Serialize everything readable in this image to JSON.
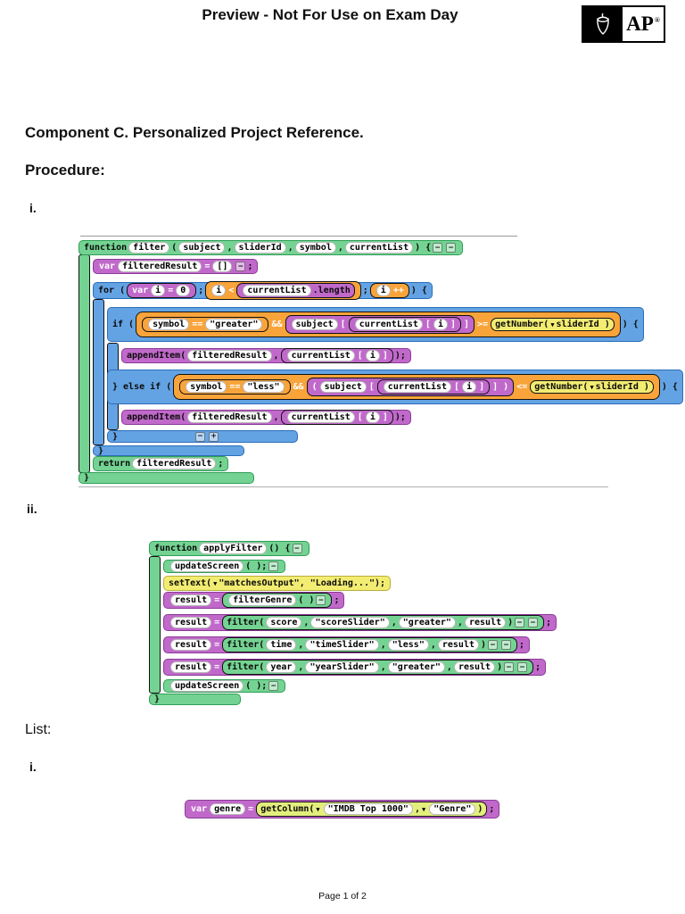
{
  "header": {
    "title": "Preview - Not For Use on Exam Day",
    "logo_text": "AP",
    "logo_reg": "®"
  },
  "headings": {
    "component": "Component C. Personalized Project Reference.",
    "procedure": "Procedure:",
    "item_i": "i.",
    "item_ii": "ii.",
    "list": "List:",
    "list_i": "i."
  },
  "footer": {
    "page": "Page 1 of 2"
  },
  "colors": {
    "block_green": "#74d392",
    "block_purple": "#c169cb",
    "block_blue": "#64a3e3",
    "block_orange": "#f9a43b",
    "block_yellow": "#f2ec72",
    "block_lime": "#e3ee7d"
  },
  "code": {
    "proc_i": [
      [
        [
          "x",
          "function ",
          "k"
        ],
        [
          "p",
          "filter"
        ],
        [
          "x",
          "(",
          "k"
        ],
        [
          "p",
          "subject"
        ],
        [
          "x",
          ", ",
          "k"
        ],
        [
          "p",
          "sliderId"
        ],
        [
          "x",
          ", ",
          "k"
        ],
        [
          "p",
          "symbol"
        ],
        [
          "x",
          ", ",
          "k"
        ],
        [
          "p",
          "currentList"
        ],
        [
          "x",
          ") {",
          "k"
        ],
        [
          "n",
          "−"
        ],
        [
          "n",
          "−"
        ]
      ],
      [
        [
          "x",
          "var ",
          "w"
        ],
        [
          "p",
          "filteredResult"
        ],
        [
          "x",
          "=",
          "w"
        ],
        [
          "p",
          "[]"
        ],
        [
          "n",
          "−"
        ],
        [
          "x",
          ";",
          "k"
        ]
      ],
      [
        [
          "x",
          "for ( ",
          "k"
        ],
        [
          "b",
          "purple",
          [
            [
              "x",
              "var ",
              "w"
            ],
            [
              "p",
              "i"
            ],
            [
              "x",
              "=",
              "w"
            ],
            [
              "p",
              "0"
            ]
          ]
        ],
        [
          "x",
          "; ",
          "k"
        ],
        [
          "b",
          "orange",
          [
            [
              "p",
              "i"
            ],
            [
              "x",
              "<",
              "w"
            ],
            [
              "b",
              "purple",
              [
                [
                  "p",
                  "currentList"
                ],
                [
                  "x",
                  ".length",
                  "k"
                ]
              ]
            ]
          ]
        ],
        [
          "x",
          "; ",
          "k"
        ],
        [
          "b",
          "orange",
          [
            [
              "p",
              "i"
            ],
            [
              "x",
              "++",
              "w"
            ]
          ]
        ],
        [
          "x",
          " ) {",
          "k"
        ]
      ],
      [
        [
          "x",
          "if ( ",
          "k"
        ],
        [
          "b",
          "orange",
          [
            [
              "b",
              "orange",
              [
                [
                  "p",
                  "symbol"
                ],
                [
                  "x",
                  "==",
                  "w"
                ],
                [
                  "p",
                  "\"greater\""
                ]
              ]
            ],
            [
              "x",
              "&&",
              "w"
            ],
            [
              "b",
              "purple",
              [
                [
                  "p",
                  "subject"
                ],
                [
                  "x",
                  "[",
                  "w"
                ],
                [
                  "b",
                  "purple",
                  [
                    [
                      "p",
                      "currentList"
                    ],
                    [
                      "x",
                      "[",
                      "w"
                    ],
                    [
                      "p",
                      "i"
                    ],
                    [
                      "x",
                      "]",
                      "w"
                    ]
                  ]
                ],
                [
                  "x",
                  "]",
                  "w"
                ]
              ]
            ],
            [
              "x",
              ">=",
              "w"
            ],
            [
              "b",
              "yellow",
              [
                [
                  "x",
                  "getNumber( ",
                  "k"
                ],
                [
                  "a"
                ],
                [
                  "x",
                  "sliderId )",
                  "k"
                ]
              ]
            ]
          ]
        ],
        [
          "x",
          " ) {",
          "k"
        ]
      ],
      [
        [
          "x",
          "appendItem(",
          "k"
        ],
        [
          "p",
          "filteredResult"
        ],
        [
          "x",
          ", ",
          "k"
        ],
        [
          "b",
          "purple",
          [
            [
              "p",
              "currentList"
            ],
            [
              "x",
              "[",
              "w"
            ],
            [
              "p",
              "i"
            ],
            [
              "x",
              "]",
              "w"
            ]
          ]
        ],
        [
          "x",
          " );",
          "k"
        ]
      ],
      [
        [
          "x",
          "} else if ( ",
          "k"
        ],
        [
          "b",
          "orange",
          [
            [
              "b",
              "orange",
              [
                [
                  "p",
                  "symbol"
                ],
                [
                  "x",
                  "==",
                  "w"
                ],
                [
                  "p",
                  "\"less\""
                ]
              ]
            ],
            [
              "x",
              "&&",
              "w"
            ],
            [
              "b",
              "purple",
              [
                [
                  "x",
                  "(",
                  "w"
                ],
                [
                  "p",
                  "subject"
                ],
                [
                  "x",
                  "[",
                  "w"
                ],
                [
                  "b",
                  "purple",
                  [
                    [
                      "p",
                      "currentList"
                    ],
                    [
                      "x",
                      "[",
                      "w"
                    ],
                    [
                      "p",
                      "i"
                    ],
                    [
                      "x",
                      "]",
                      "w"
                    ]
                  ]
                ],
                [
                  "x",
                  "] )",
                  "w"
                ]
              ]
            ],
            [
              "x",
              "<=",
              "w"
            ],
            [
              "b",
              "yellow",
              [
                [
                  "x",
                  "getNumber( ",
                  "k"
                ],
                [
                  "a"
                ],
                [
                  "x",
                  "sliderId )",
                  "k"
                ]
              ]
            ]
          ]
        ],
        [
          "x",
          " ) {",
          "k"
        ]
      ],
      [
        [
          "x",
          "appendItem(",
          "k"
        ],
        [
          "p",
          "filteredResult"
        ],
        [
          "x",
          ", ",
          "k"
        ],
        [
          "b",
          "purple",
          [
            [
              "p",
              "currentList"
            ],
            [
              "x",
              "[",
              "w"
            ],
            [
              "p",
              "i"
            ],
            [
              "x",
              "]",
              "w"
            ]
          ]
        ],
        [
          "x",
          " );",
          "k"
        ]
      ],
      [
        [
          "x",
          "}",
          "k"
        ],
        [
          "g",
          85
        ],
        [
          "n",
          "−"
        ],
        [
          "n",
          "+"
        ]
      ],
      [
        [
          "x",
          "}",
          "k"
        ]
      ],
      [
        [
          "x",
          "return ",
          "k"
        ],
        [
          "p",
          "filteredResult"
        ],
        [
          "x",
          ";",
          "k"
        ]
      ],
      [
        [
          "x",
          "}",
          "k"
        ]
      ]
    ],
    "proc_ii": [
      [
        [
          "x",
          "function ",
          "k"
        ],
        [
          "p",
          "applyFilter"
        ],
        [
          "x",
          "() {",
          "k"
        ],
        [
          "n",
          "−"
        ]
      ],
      [
        [
          "p",
          "updateScreen"
        ],
        [
          "x",
          "( ); ",
          "k"
        ],
        [
          "n",
          "−"
        ]
      ],
      [
        [
          "x",
          "setText( ",
          "k"
        ],
        [
          "a"
        ],
        [
          "x",
          "\"matchesOutput\", \"Loading...\");",
          "k"
        ]
      ],
      [
        [
          "p",
          "result"
        ],
        [
          "x",
          "=",
          "w"
        ],
        [
          "b",
          "green",
          [
            [
              "p",
              "filterGenre"
            ],
            [
              "x",
              "( ) ",
              "k"
            ],
            [
              "n",
              "−"
            ]
          ]
        ],
        [
          "x",
          ";",
          "k"
        ]
      ],
      [
        [
          "p",
          "result"
        ],
        [
          "x",
          "=",
          "w"
        ],
        [
          "b",
          "green",
          [
            [
              "x",
              "filter(",
              "k"
            ],
            [
              "p",
              "score"
            ],
            [
              "x",
              ", ",
              "k"
            ],
            [
              "p",
              "\"scoreSlider\""
            ],
            [
              "x",
              ", ",
              "k"
            ],
            [
              "p",
              "\"greater\""
            ],
            [
              "x",
              ", ",
              "k"
            ],
            [
              "p",
              "result"
            ],
            [
              "x",
              ") ",
              "k"
            ],
            [
              "n",
              "−"
            ],
            [
              "n",
              "−"
            ]
          ]
        ],
        [
          "x",
          ";",
          "k"
        ]
      ],
      [
        [
          "p",
          "result"
        ],
        [
          "x",
          "=",
          "w"
        ],
        [
          "b",
          "green",
          [
            [
              "x",
              "filter(",
              "k"
            ],
            [
              "p",
              "time"
            ],
            [
              "x",
              ", ",
              "k"
            ],
            [
              "p",
              "\"timeSlider\""
            ],
            [
              "x",
              ", ",
              "k"
            ],
            [
              "p",
              "\"less\""
            ],
            [
              "x",
              ", ",
              "k"
            ],
            [
              "p",
              "result"
            ],
            [
              "x",
              ") ",
              "k"
            ],
            [
              "n",
              "−"
            ],
            [
              "n",
              "−"
            ]
          ]
        ],
        [
          "x",
          ";",
          "k"
        ]
      ],
      [
        [
          "p",
          "result"
        ],
        [
          "x",
          "=",
          "w"
        ],
        [
          "b",
          "green",
          [
            [
              "x",
              "filter(",
              "k"
            ],
            [
              "p",
              "year"
            ],
            [
              "x",
              ", ",
              "k"
            ],
            [
              "p",
              "\"yearSlider\""
            ],
            [
              "x",
              ", ",
              "k"
            ],
            [
              "p",
              "\"greater\""
            ],
            [
              "x",
              ", ",
              "k"
            ],
            [
              "p",
              "result"
            ],
            [
              "x",
              ") ",
              "k"
            ],
            [
              "n",
              "−"
            ],
            [
              "n",
              "−"
            ]
          ]
        ],
        [
          "x",
          ";",
          "k"
        ]
      ],
      [
        [
          "p",
          "updateScreen"
        ],
        [
          "x",
          "( ); ",
          "k"
        ],
        [
          "n",
          "−"
        ]
      ],
      [
        [
          "x",
          "}",
          "k"
        ]
      ]
    ],
    "list_i": [
      [
        [
          "x",
          "var ",
          "w"
        ],
        [
          "p",
          "genre"
        ],
        [
          "x",
          "=",
          "w"
        ],
        [
          "b",
          "lime",
          [
            [
              "x",
              "getColumn( ",
              "k"
            ],
            [
              "a"
            ],
            [
              "p",
              "\"IMDB Top 1000\""
            ],
            [
              "x",
              ", ",
              "k"
            ],
            [
              "a"
            ],
            [
              "p",
              "\"Genre\""
            ],
            [
              "x",
              ")",
              "k"
            ]
          ]
        ],
        [
          "x",
          ";",
          "k"
        ]
      ]
    ]
  }
}
